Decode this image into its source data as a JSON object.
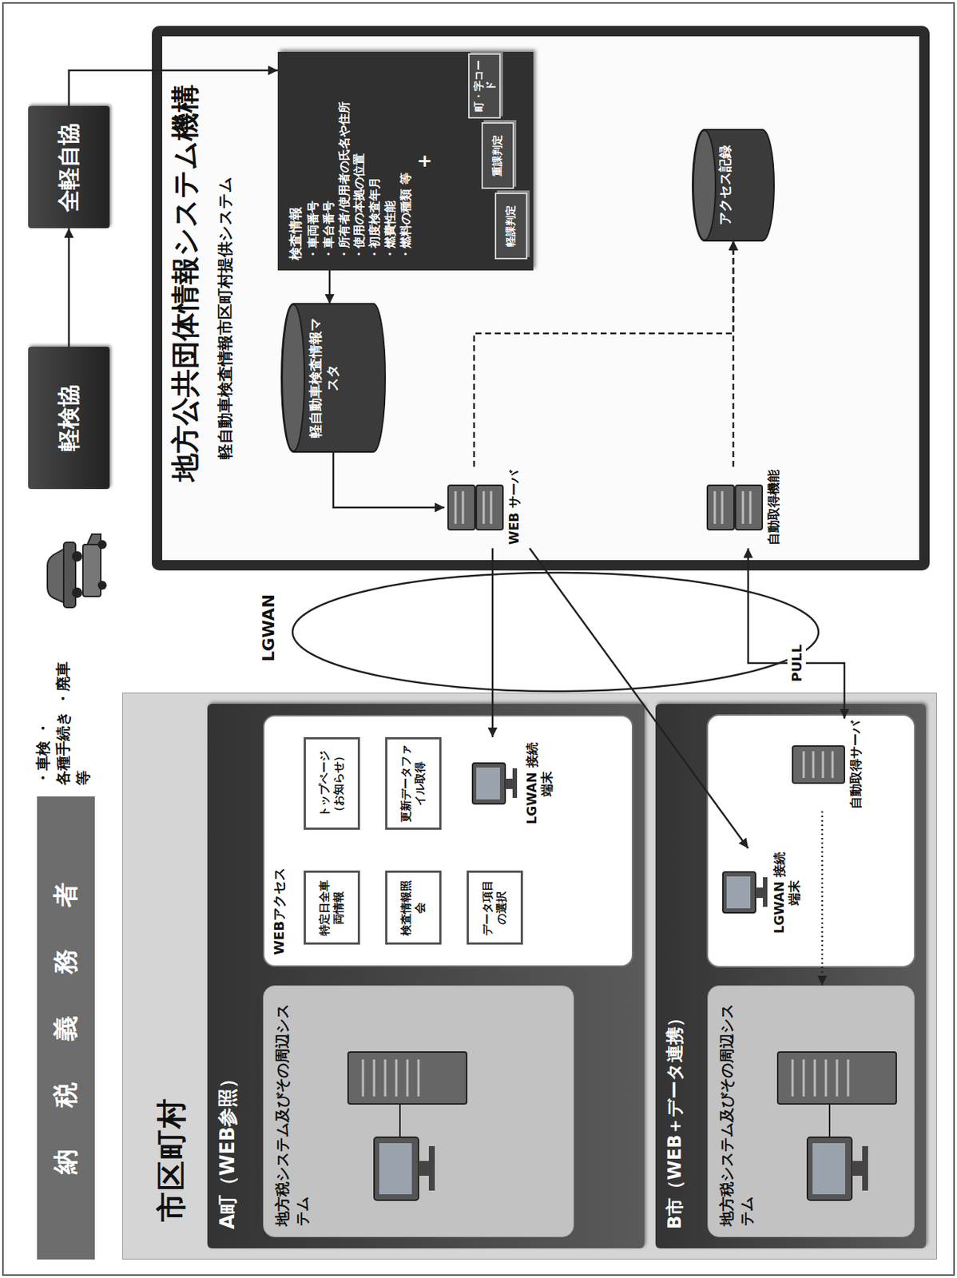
{
  "diagram": {
    "nodes": [
      {
        "text": [
          "市区町村"
        ]
      },
      {
        "text": [
          "A町（WEB参照）"
        ],
        "in": 0
      },
      {
        "text": [
          "地方税システム及びその周辺システム"
        ],
        "in": 1
      },
      {
        "text": [
          "WEBアクセス"
        ],
        "in": 1
      },
      {
        "text": [
          "特定日全車両情報"
        ],
        "in": 3
      },
      {
        "text": [
          "トップページ（お知らせ）"
        ],
        "in": 3
      },
      {
        "text": [
          "検査情報照会"
        ],
        "in": 3
      },
      {
        "text": [
          "更新データファイル取得"
        ],
        "in": 3
      },
      {
        "text": [
          "データ項目の選択"
        ],
        "in": 3
      },
      {
        "text": [
          "LGWAN 接続端末"
        ],
        "in": 3
      },
      {
        "text": [
          "B市（WEB＋データ連携）"
        ],
        "in": 0
      },
      {
        "text": [
          "地方税システム及びその周辺システム"
        ],
        "in": 10
      },
      {
        "text": [
          "LGWAN 接続端末"
        ],
        "in": 10
      },
      {
        "text": [
          "自動取得サーバ"
        ],
        "in": 10
      },
      {
        "text": [
          "納税義務者"
        ]
      },
      {
        "text": [
          "軽検協"
        ]
      },
      {
        "text": [
          "全軽自協"
        ]
      },
      {
        "text": [
          "地方公共団体情報システム機構",
          "軽自動車検査情報市区町村提供システム"
        ]
      },
      {
        "text": [
          "検査情報",
          "・車両番号",
          "・車台番号",
          "・所有者/使用者の氏名や住所",
          "・使用の本拠の位置",
          "・初度検査年月",
          "・燃費性能",
          "・燃料の種類 等",
          "+"
        ],
        "in": 17
      },
      {
        "text": [
          "軽課判定"
        ],
        "in": 18
      },
      {
        "text": [
          "重課判定"
        ],
        "in": 18
      },
      {
        "text": [
          "町・字コード"
        ],
        "in": 18
      },
      {
        "text": [
          "軽自動車検査情報マスタ"
        ],
        "in": 17
      },
      {
        "text": [
          "WEB サーバ"
        ],
        "in": 17
      },
      {
        "text": [
          "アクセス記録"
        ],
        "in": 17
      },
      {
        "text": [
          "自動取得機能"
        ],
        "in": 17
      }
    ],
    "edges": [
      {
        "from": 15,
        "to": 16,
        "arrow": "to"
      },
      {
        "from": 16,
        "to": 18,
        "arrow": "to"
      },
      {
        "from": 18,
        "to": 22,
        "arrow": "to"
      },
      {
        "from": 22,
        "to": 23,
        "arrow": "to"
      },
      {
        "from": 23,
        "to": 24,
        "arrow": "to"
      },
      {
        "from": 25,
        "to": 24,
        "arrow": "to"
      },
      {
        "from": 23,
        "to": 9,
        "arrow": "to"
      },
      {
        "from": 23,
        "to": 12,
        "arrow": "to"
      },
      {
        "from": 25,
        "to": 13,
        "arrow": "both",
        "label": "PULL"
      },
      {
        "from": 13,
        "to": 11,
        "arrow": "to"
      }
    ],
    "labels": [
      "・車検 ・各種手続き ・廃車 等",
      "LGWAN"
    ]
  }
}
